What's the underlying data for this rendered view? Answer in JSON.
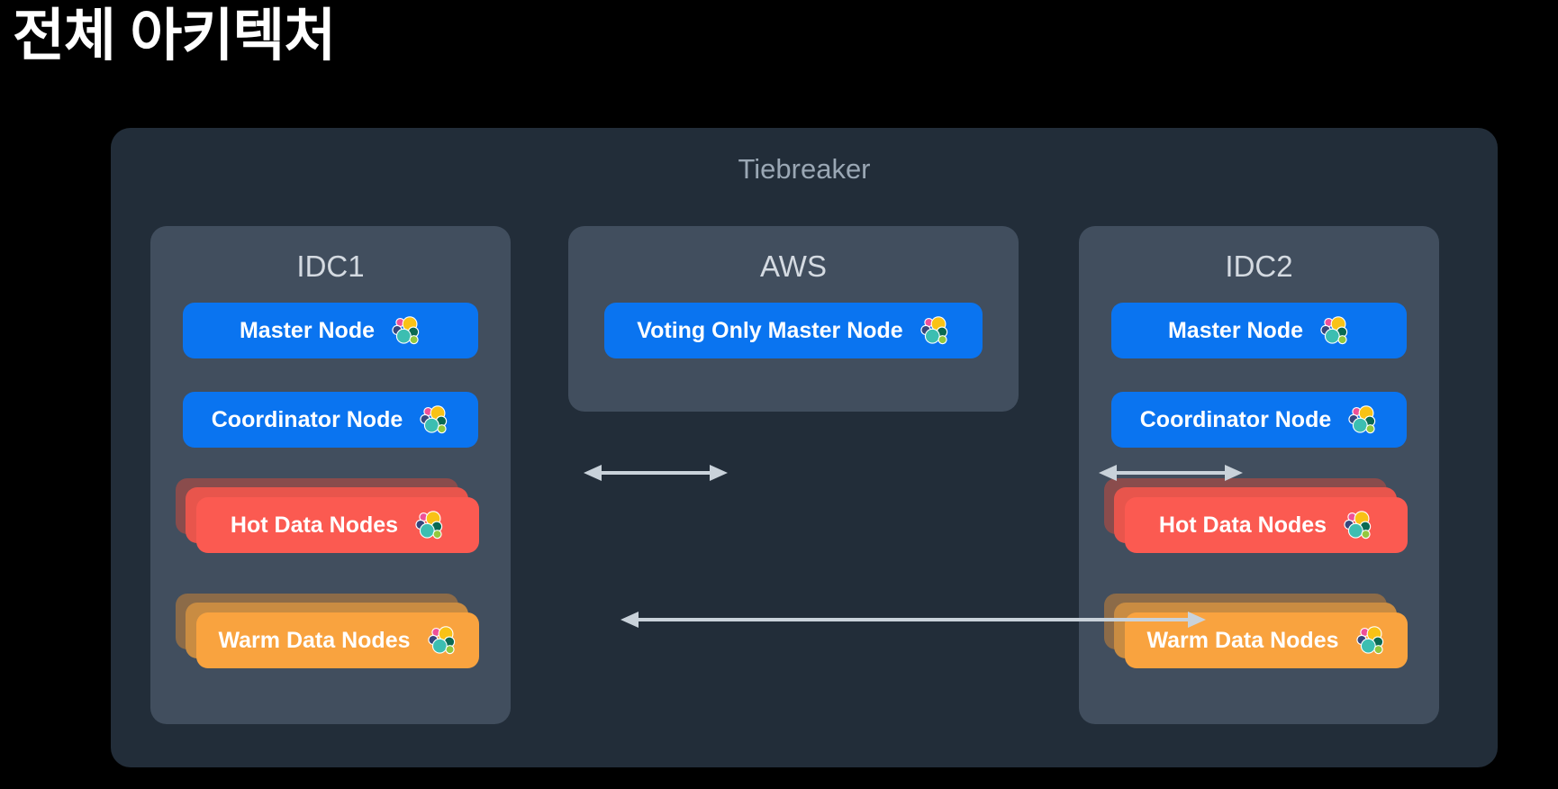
{
  "title": "전체 아키텍처",
  "diagram": {
    "container_label": "Tiebreaker",
    "colors": {
      "page_background": "#000000",
      "container_background": "#222d39",
      "zone_background": "#414e5e",
      "node_blue": "#0a74f0",
      "node_hot": "#fb5a51",
      "node_warm": "#f9a33f",
      "arrow": "#c9d2da",
      "title_text": "#ffffff",
      "container_label_text": "#9aa7b4",
      "zone_title_text": "#d4dae1"
    },
    "zones": [
      {
        "id": "idc1",
        "title": "IDC1",
        "nodes": [
          {
            "id": "idc1-master",
            "label": "Master Node",
            "style": "blue",
            "stacked": false,
            "icon": "elasticsearch-icon"
          },
          {
            "id": "idc1-coordinator",
            "label": "Coordinator Node",
            "style": "blue",
            "stacked": false,
            "icon": "elasticsearch-icon"
          },
          {
            "id": "idc1-hot",
            "label": "Hot Data Nodes",
            "style": "hot",
            "stacked": true,
            "icon": "elasticsearch-icon"
          },
          {
            "id": "idc1-warm",
            "label": "Warm Data Nodes",
            "style": "warm",
            "stacked": true,
            "icon": "elasticsearch-icon"
          }
        ]
      },
      {
        "id": "aws",
        "title": "AWS",
        "nodes": [
          {
            "id": "aws-voting",
            "label": "Voting Only Master Node",
            "style": "blue",
            "stacked": false,
            "icon": "elasticsearch-icon"
          }
        ]
      },
      {
        "id": "idc2",
        "title": "IDC2",
        "nodes": [
          {
            "id": "idc2-master",
            "label": "Master Node",
            "style": "blue",
            "stacked": false,
            "icon": "elasticsearch-icon"
          },
          {
            "id": "idc2-coordinator",
            "label": "Coordinator Node",
            "style": "blue",
            "stacked": false,
            "icon": "elasticsearch-icon"
          },
          {
            "id": "idc2-hot",
            "label": "Hot Data Nodes",
            "style": "hot",
            "stacked": true,
            "icon": "elasticsearch-icon"
          },
          {
            "id": "idc2-warm",
            "label": "Warm Data Nodes",
            "style": "warm",
            "stacked": true,
            "icon": "elasticsearch-icon"
          }
        ]
      }
    ],
    "connections": [
      {
        "id": "idc1-aws",
        "from": "idc1-master",
        "to": "aws-voting",
        "type": "bidirectional"
      },
      {
        "id": "aws-idc2",
        "from": "aws-voting",
        "to": "idc2-master",
        "type": "bidirectional"
      },
      {
        "id": "idc1-idc2",
        "from": "idc1-coordinator",
        "to": "idc2-coordinator",
        "type": "bidirectional"
      }
    ]
  }
}
